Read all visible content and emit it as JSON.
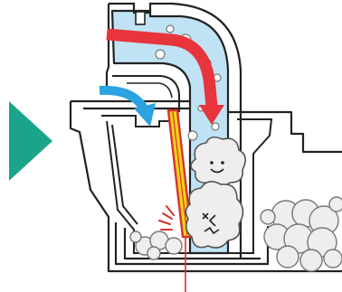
{
  "diagram": {
    "subject": "duct-and-filter-cutaway",
    "arrows": [
      {
        "name": "airflow-arrow",
        "color": "#e8353c"
      },
      {
        "name": "inflow-arrow",
        "color": "#2aa3e0"
      }
    ],
    "colors": {
      "pointer": "#1aa58a",
      "duct_fill": "#bfe3f4",
      "filter_yellow": "#f3d21a",
      "filter_red": "#d7322f",
      "outline": "#222222",
      "bubble_fill": "#eeeeee"
    },
    "bubbles": [
      {
        "name": "happy-dust-bubble",
        "expression": "smile"
      },
      {
        "name": "distressed-dust-bubble",
        "expression": "distressed"
      }
    ]
  }
}
